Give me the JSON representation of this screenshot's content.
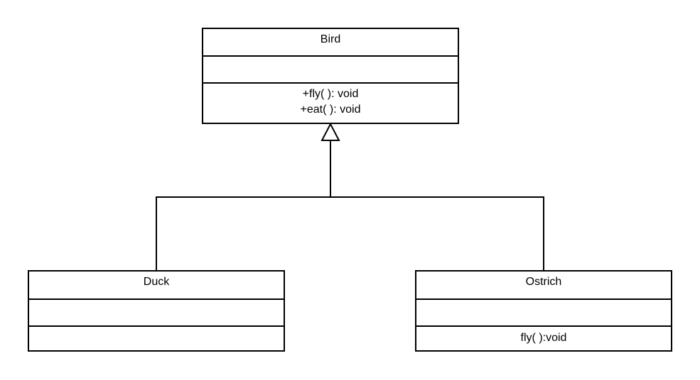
{
  "diagram": {
    "classes": {
      "bird": {
        "name": "Bird",
        "attributes": [],
        "operations": [
          "+fly( ): void",
          "+eat( ): void"
        ]
      },
      "duck": {
        "name": "Duck",
        "attributes": [],
        "operations": []
      },
      "ostrich": {
        "name": "Ostrich",
        "attributes": [],
        "operations": [
          "fly( ):void"
        ]
      }
    },
    "relationships": [
      {
        "type": "generalization",
        "from": "Duck",
        "to": "Bird"
      },
      {
        "type": "generalization",
        "from": "Ostrich",
        "to": "Bird"
      }
    ]
  }
}
